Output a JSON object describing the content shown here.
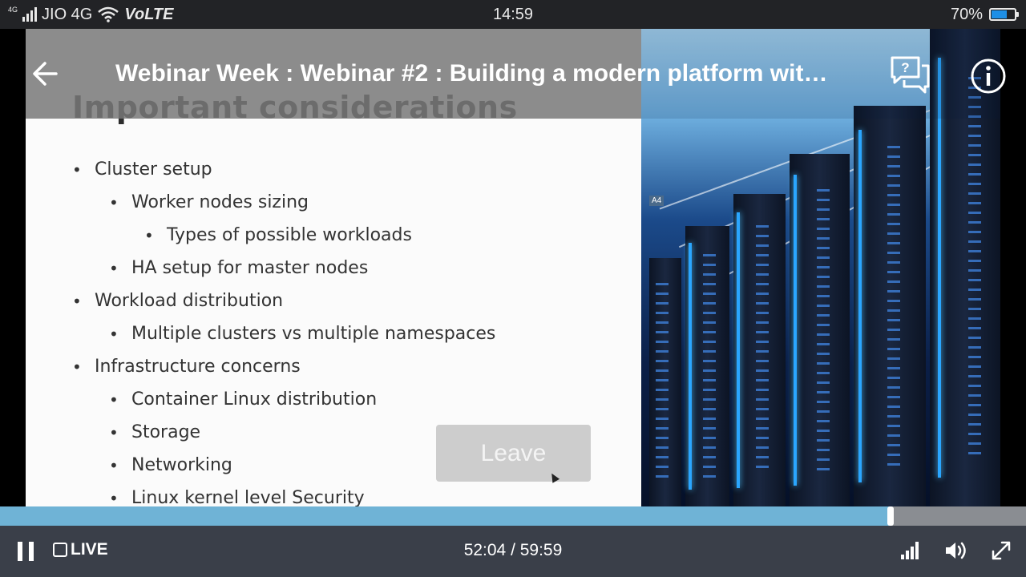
{
  "status_bar": {
    "network_small": "4G",
    "carrier": "JIO 4G",
    "volte": "VoLTE",
    "time": "14:59",
    "battery_percent_label": "70%",
    "battery_level": 0.7,
    "battery_color": "#1e8fe6",
    "icons": [
      "signal-icon",
      "wifi-icon",
      "battery-icon"
    ]
  },
  "header": {
    "back_icon": "arrow-left-icon",
    "title": "Webinar Week : Webinar #2 : Building a modern platform with…",
    "qa_icon": "question-chat-icon",
    "info_icon": "info-icon"
  },
  "slide": {
    "title": "Important considerations",
    "bullets": [
      {
        "level": 1,
        "text": "Cluster setup"
      },
      {
        "level": 2,
        "text": "Worker nodes sizing"
      },
      {
        "level": 3,
        "text": "Types of possible workloads"
      },
      {
        "level": 2,
        "text": "HA setup for master nodes"
      },
      {
        "level": 1,
        "text": "Workload distribution"
      },
      {
        "level": 2,
        "text": "Multiple clusters vs multiple namespaces"
      },
      {
        "level": 1,
        "text": "Infrastructure concerns"
      },
      {
        "level": 2,
        "text": "Container Linux distribution"
      },
      {
        "level": 2,
        "text": "Storage"
      },
      {
        "level": 2,
        "text": "Networking"
      },
      {
        "level": 2,
        "text": "Linux kernel level Security"
      }
    ],
    "rack_label": "A4"
  },
  "leave_button": {
    "label": "Leave"
  },
  "player": {
    "progress": 0.868,
    "live_label": "LIVE",
    "current_time": "52:04",
    "duration": "59:59",
    "time_readout": "52:04 / 59:59",
    "accent_color": "#6fb3d6",
    "icons": [
      "pause-icon",
      "signal-quality-icon",
      "volume-icon",
      "fullscreen-icon"
    ]
  }
}
